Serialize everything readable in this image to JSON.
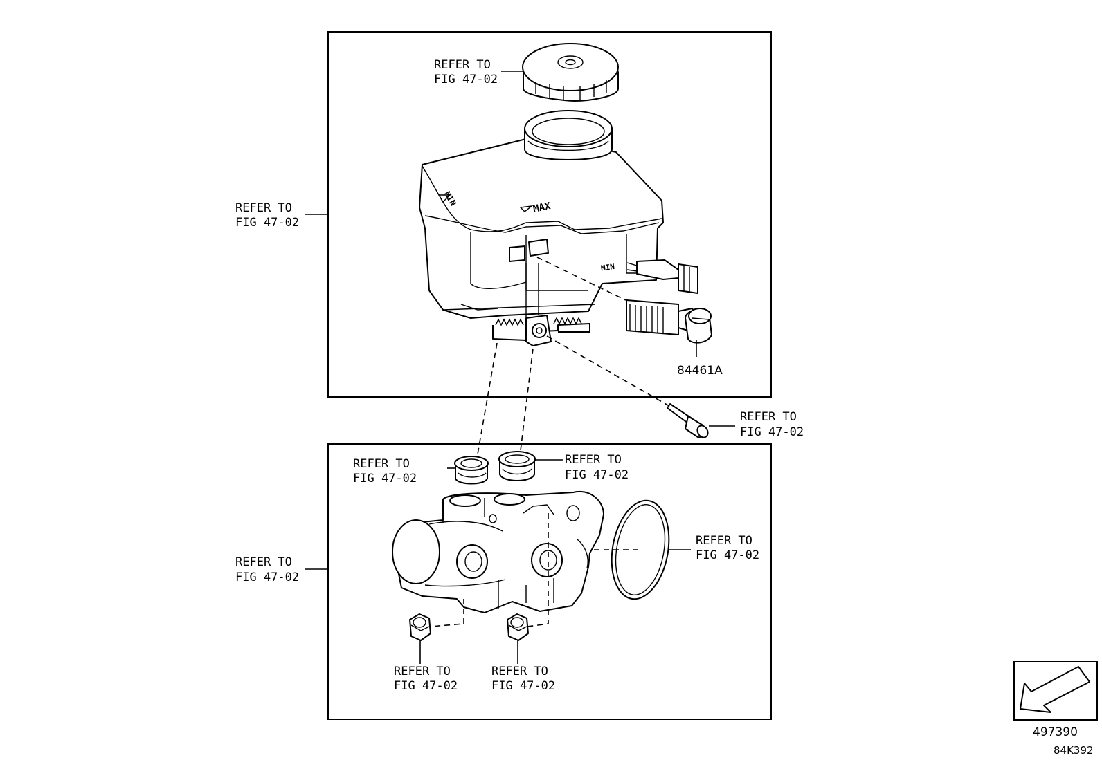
{
  "callouts": [
    {
      "id": "cap",
      "line1": "REFER TO",
      "line2": "FIG 47-02"
    },
    {
      "id": "reservoir-group",
      "line1": "REFER TO",
      "line2": "FIG 47-02"
    },
    {
      "id": "pin",
      "line1": "REFER TO",
      "line2": "FIG 47-02"
    },
    {
      "id": "grommet-left",
      "line1": "REFER TO",
      "line2": "FIG 47-02"
    },
    {
      "id": "grommet-right",
      "line1": "REFER TO",
      "line2": "FIG 47-02"
    },
    {
      "id": "oring",
      "line1": "REFER TO",
      "line2": "FIG 47-02"
    },
    {
      "id": "cylinder-group",
      "line1": "REFER TO",
      "line2": "FIG 47-02"
    },
    {
      "id": "nut-left",
      "line1": "REFER TO",
      "line2": "FIG 47-02"
    },
    {
      "id": "nut-right",
      "line1": "REFER TO",
      "line2": "FIG 47-02"
    }
  ],
  "part_number": "84461A",
  "reservoir_marks": {
    "min": "MIN",
    "max": "MAX"
  },
  "footer": {
    "illustration_number": "497390",
    "figure_code": "84K392"
  },
  "icons": [
    "front-direction-arrow-icon"
  ]
}
